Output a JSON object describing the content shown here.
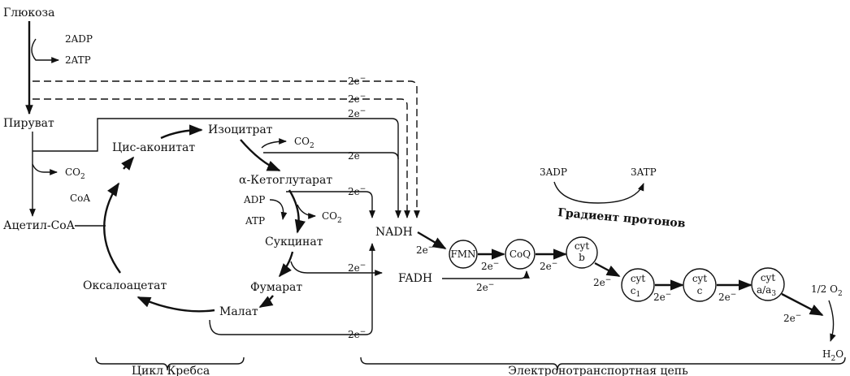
{
  "metabolites": {
    "glucose": "Глюкоза",
    "pyruvate": "Пируват",
    "acetyl_coa": "Ацетил-CoA",
    "citrate": "Цис-аконитат",
    "isocitrate": "Изоцитрат",
    "ketoglutarate": "α-Кетоглутарат",
    "succinate": "Сукцинат",
    "fumarate": "Фумарат",
    "malate": "Малат",
    "oxaloacetate": "Оксалоацетат"
  },
  "cofactors": {
    "adp2": "2ADP",
    "atp2": "2ATP",
    "co2": "CO",
    "co2_sub": "2",
    "coa": "CoA",
    "adp": "ADP",
    "atp": "ATP",
    "nadh": "NADH",
    "fadh": "FADH",
    "adp3": "3ADP",
    "atp3": "3ATP"
  },
  "electron": {
    "e": "2e",
    "sup": "−"
  },
  "chain": {
    "fmn": "FMN",
    "coq": "CoQ",
    "cyt": "cyt",
    "b": "b",
    "c1": "c",
    "c1_sub": "1",
    "c": "c",
    "aa3": "a/a",
    "aa3_sub": "3",
    "half_o2": "1/2 O",
    "o2_sub": "2",
    "h2o_h": "H",
    "h2o_sub": "2",
    "h2o_o": "O"
  },
  "proton_gradient": "Градиент протонов",
  "brackets": {
    "krebs": "Цикл Кребса",
    "etc": "Электронотранспортная цепь"
  }
}
